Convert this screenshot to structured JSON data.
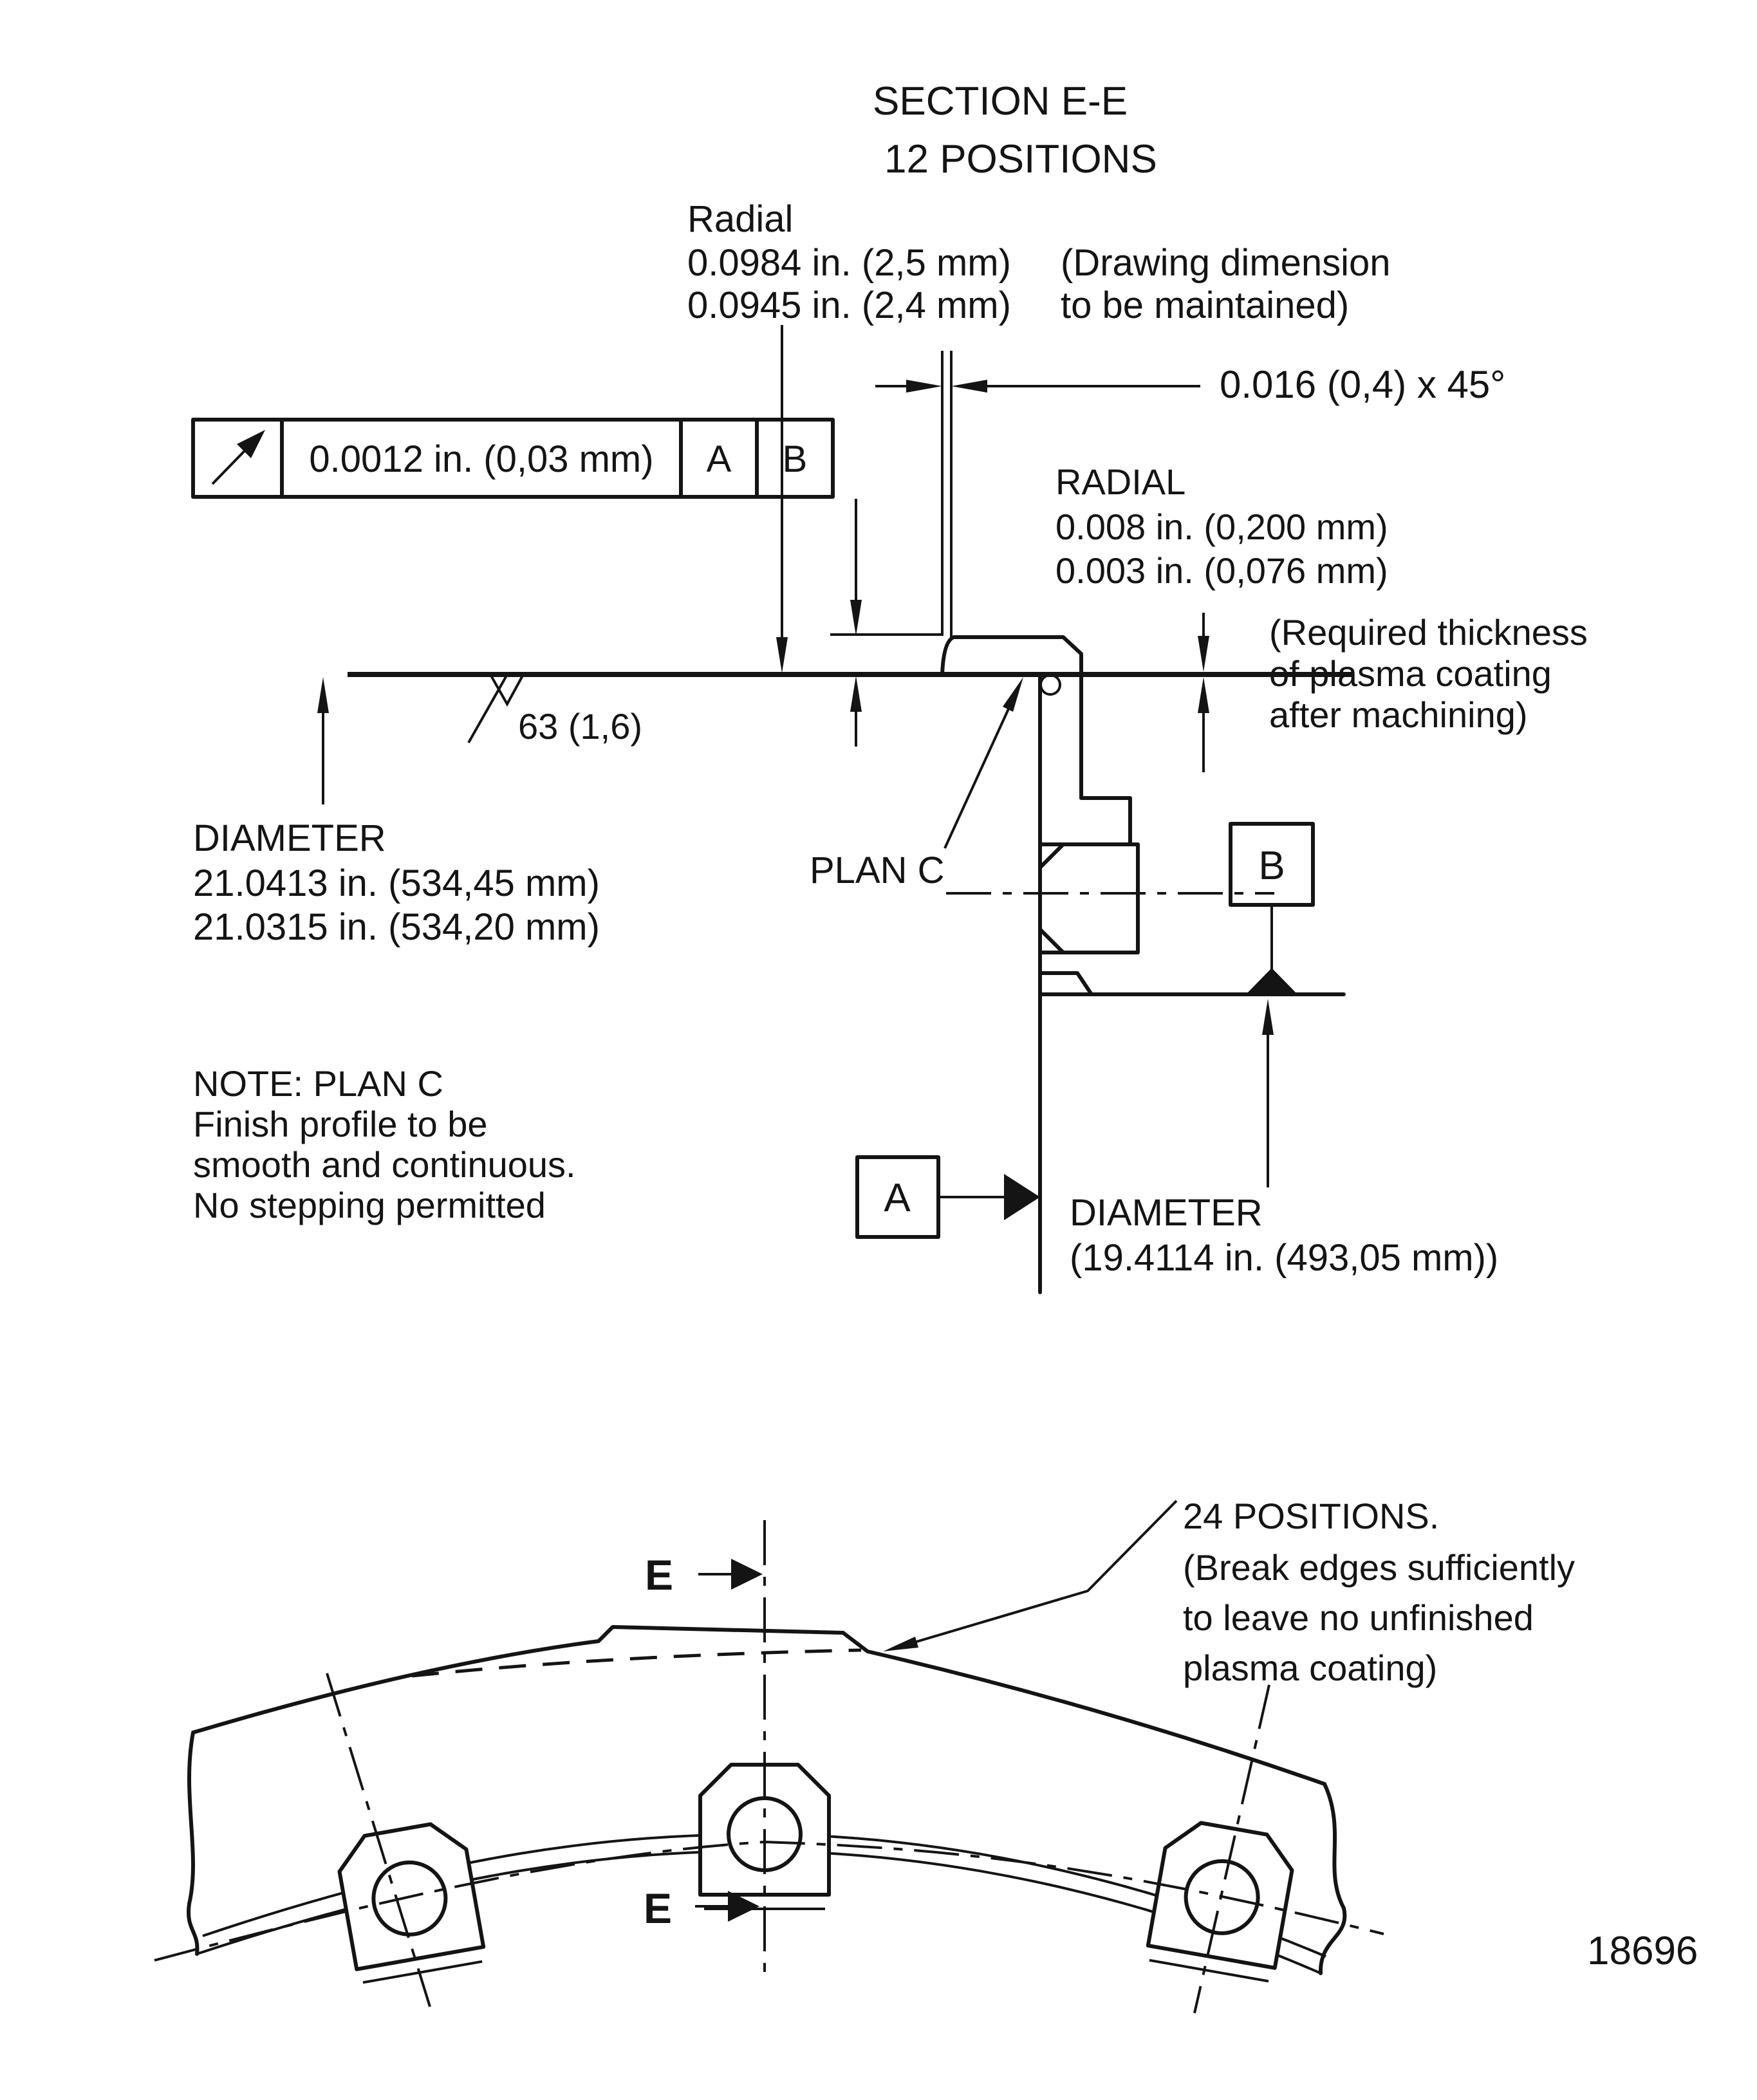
{
  "colors": {
    "line": "#141414",
    "background": "#ffffff"
  },
  "figure_number": "18696",
  "section_view": {
    "title_line1": "SECTION E-E",
    "title_line2": "12 POSITIONS",
    "radial_upper": {
      "label": "Radial",
      "value_line1": "0.0984 in. (2,5 mm)",
      "value_line2": "0.0945 in. (2,4 mm)",
      "note_line1": "(Drawing dimension",
      "note_line2": "to be maintained)"
    },
    "chamfer_dim": "0.016 (0,4) x 45°",
    "feature_control_frame": {
      "symbol": "runout-arrow",
      "tolerance": "0.0012 in. (0,03 mm)",
      "datum_ref_1": "A",
      "datum_ref_2": "B"
    },
    "radial_lower": {
      "label": "RADIAL",
      "value_line1": "0.008 in. (0,200 mm)",
      "value_line2": "0.003 in. (0,076 mm)",
      "note_line1": "(Required thickness",
      "note_line2": "of plasma coating",
      "note_line3": "after machining)"
    },
    "surface_finish": "63 (1,6)",
    "diameter_outer": {
      "label": "DIAMETER",
      "value_line1": "21.0413 in. (534,45 mm)",
      "value_line2": "21.0315 in. (534,20 mm)"
    },
    "plan_c_label": "PLAN C",
    "note": {
      "line1": "NOTE: PLAN C",
      "line2": "Finish profile to be",
      "line3": "smooth and continuous.",
      "line4": "No stepping permitted"
    },
    "datum_a_label": "A",
    "datum_b_label": "B",
    "diameter_inner": {
      "label": "DIAMETER",
      "value_line1": "(19.4114 in. (493,05 mm))"
    }
  },
  "bottom_view": {
    "positions_note": {
      "line1": "24 POSITIONS.",
      "line2": "(Break edges sufficiently",
      "line3": "to leave no unfinished",
      "line4": "plasma coating)"
    },
    "section_cut_label_top": "E",
    "section_cut_label_bottom": "E"
  }
}
